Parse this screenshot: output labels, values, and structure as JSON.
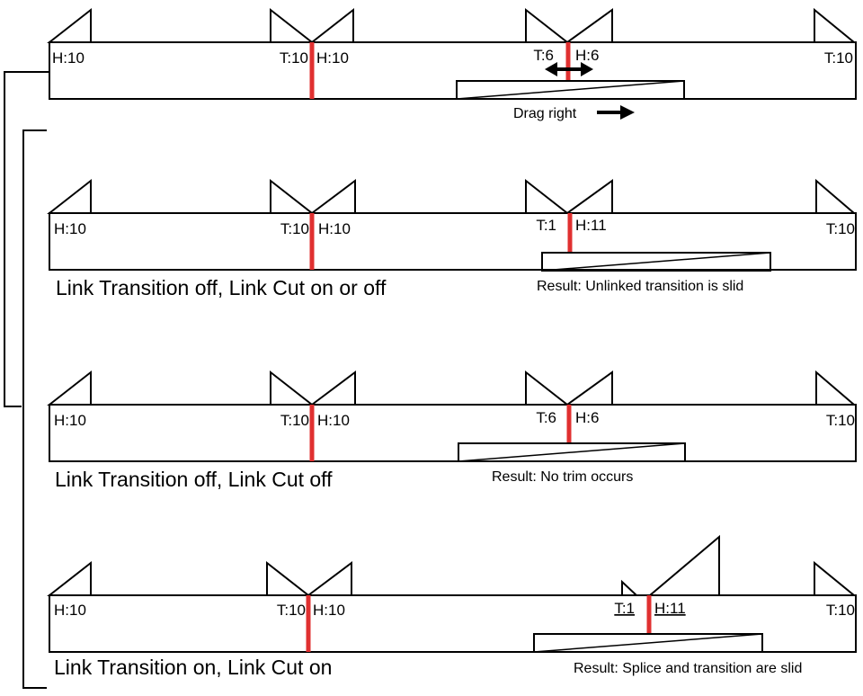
{
  "colors": {
    "cut": "#e03030",
    "stroke": "#000000",
    "background": "#ffffff"
  },
  "rows": [
    {
      "id": "original",
      "labels": [
        "H:10",
        "T:10",
        "H:10",
        "T:6",
        "H:6",
        "T:10"
      ],
      "caption": "",
      "result": "",
      "drag_label": "Drag right"
    },
    {
      "id": "link-transition-off-cut-any",
      "labels": [
        "H:10",
        "T:10",
        "H:10",
        "T:1",
        "H:11",
        "T:10"
      ],
      "caption": "Link Transition off, Link Cut on or off",
      "result": "Result: Unlinked transition is slid"
    },
    {
      "id": "link-transition-off-cut-off",
      "labels": [
        "H:10",
        "T:10",
        "H:10",
        "T:6",
        "H:6",
        "T:10"
      ],
      "caption": "Link Transition off, Link Cut off",
      "result": "Result: No trim occurs"
    },
    {
      "id": "link-transition-on-cut-on",
      "labels": [
        "H:10",
        "T:10",
        "H:10",
        "T:1",
        "H:11",
        "T:10"
      ],
      "caption": "Link Transition on, Link Cut on",
      "result": "Result: Splice and transition are slid"
    }
  ]
}
